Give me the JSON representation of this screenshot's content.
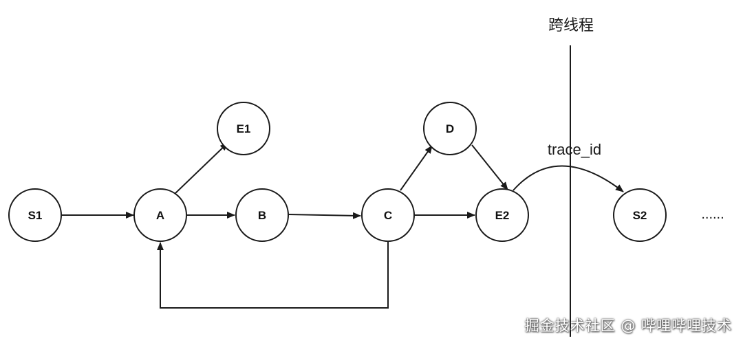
{
  "header_label": "跨线程",
  "trace_label": "trace_id",
  "ellipsis": "......",
  "watermark": "掘金技术社区 @ 哔哩哔哩技术",
  "nodes": [
    {
      "id": "S1",
      "label": "S1"
    },
    {
      "id": "A",
      "label": "A"
    },
    {
      "id": "E1",
      "label": "E1"
    },
    {
      "id": "B",
      "label": "B"
    },
    {
      "id": "C",
      "label": "C"
    },
    {
      "id": "D",
      "label": "D"
    },
    {
      "id": "E2",
      "label": "E2"
    },
    {
      "id": "S2",
      "label": "S2"
    }
  ],
  "edges": [
    {
      "from": "S1",
      "to": "A"
    },
    {
      "from": "A",
      "to": "E1"
    },
    {
      "from": "A",
      "to": "B"
    },
    {
      "from": "B",
      "to": "C"
    },
    {
      "from": "C",
      "to": "D"
    },
    {
      "from": "C",
      "to": "E2"
    },
    {
      "from": "D",
      "to": "E2"
    },
    {
      "from": "C",
      "to": "A"
    },
    {
      "from": "E2",
      "to": "S2",
      "label": "trace_id"
    }
  ]
}
